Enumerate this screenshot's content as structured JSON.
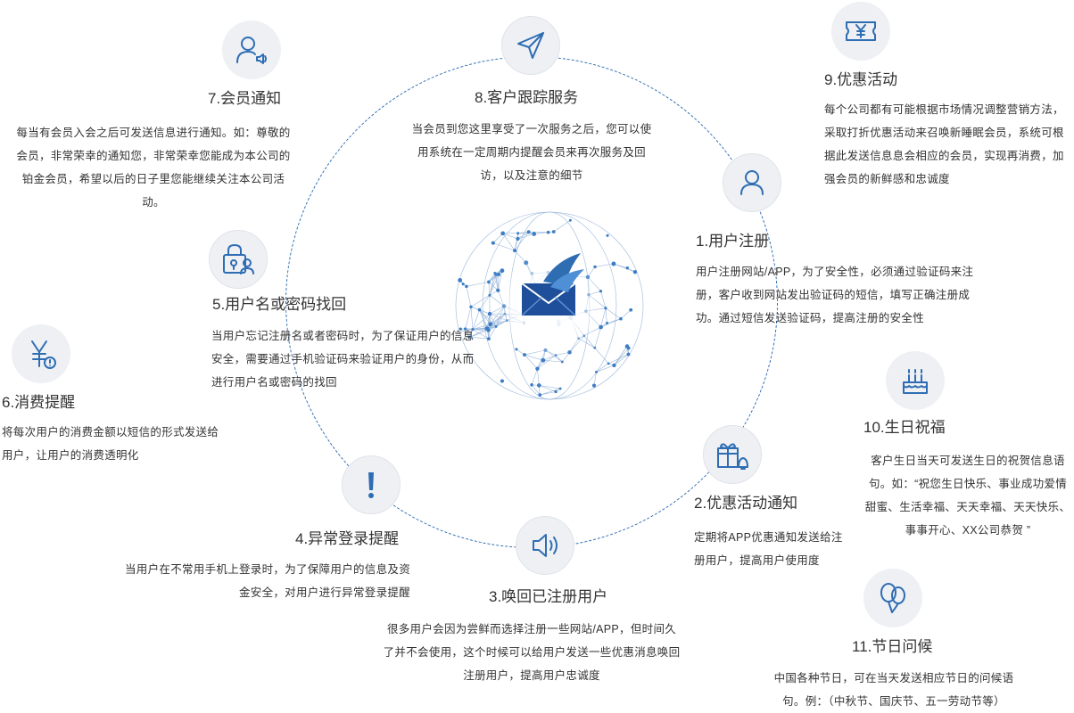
{
  "items": [
    {
      "title": "1.用户注册",
      "desc": "用户注册网站/APP，为了安全性，必须通过验证码来注册，客户收到网站发出验证码的短信，填写正确注册成功。通过短信发送验证码，提高注册的安全性",
      "icon": "user-icon"
    },
    {
      "title": "2.优惠活动通知",
      "desc": "定期将APP优惠通知发送给注册用户，提高用户使用度",
      "icon": "gift-bell-icon"
    },
    {
      "title": "3.唤回已注册用户",
      "desc": "很多用户会因为尝鲜而选择注册一些网站/APP，但时间久了并不会使用，这个时候可以给用户发送一些优惠消息唤回注册用户，提高用户忠诚度",
      "icon": "speaker-icon"
    },
    {
      "title": "4.异常登录提醒",
      "desc": "当用户在不常用手机上登录时，为了保障用户的信息及资金安全，对用户进行异常登录提醒",
      "icon": "exclamation-icon"
    },
    {
      "title": "5.用户名或密码找回",
      "desc": "当用户忘记注册名或者密码时，为了保证用户的信息安全，需要通过手机验证码来验证用户的身份，从而进行用户名或密码的找回",
      "icon": "lock-user-icon"
    },
    {
      "title": "6.消费提醒",
      "desc": "将每次用户的消费金额以短信的形式发送给用户，让用户的消费透明化",
      "icon": "yen-alert-icon"
    },
    {
      "title": "7.会员通知",
      "desc": "每当有会员入会之后可发送信息进行通知。如：尊敬的会员，非常荣幸的通知您，非常荣幸您能成为本公司的铂金会员，希望以后的日子里您能继续关注本公司活动。",
      "icon": "member-speaker-icon"
    },
    {
      "title": "8.客户跟踪服务",
      "desc": "当会员到您这里享受了一次服务之后，您可以使用系统在一定周期内提醒会员来再次服务及回访，以及注意的细节",
      "icon": "paper-plane-icon"
    },
    {
      "title": "9.优惠活动",
      "desc": "每个公司都有可能根据市场情况调整营销方法，采取打折优惠活动来召唤新睡眠会员，系统可根据此发送信息息会相应的会员，实现再消费，加强会员的新鲜感和忠诚度",
      "icon": "coupon-icon"
    },
    {
      "title": "10.生日祝福",
      "desc": "客户生日当天可发送生日的祝贺信息语句。如：“祝您生日快乐、事业成功爱情甜蜜、生活幸福、天天幸福、天天快乐、事事开心、XX公司恭贺 ”",
      "icon": "cake-icon"
    },
    {
      "title": "11.节日问候",
      "desc": "中国各种节日，可在当天发送相应节日的问候语句。例：（中秋节、国庆节、五一劳动节等）",
      "icon": "balloons-icon"
    }
  ],
  "colors": {
    "accent": "#2f6db3",
    "icon_bg": "#eef0f4",
    "text": "#333333"
  },
  "center_logo": "envelope-bird-logo"
}
